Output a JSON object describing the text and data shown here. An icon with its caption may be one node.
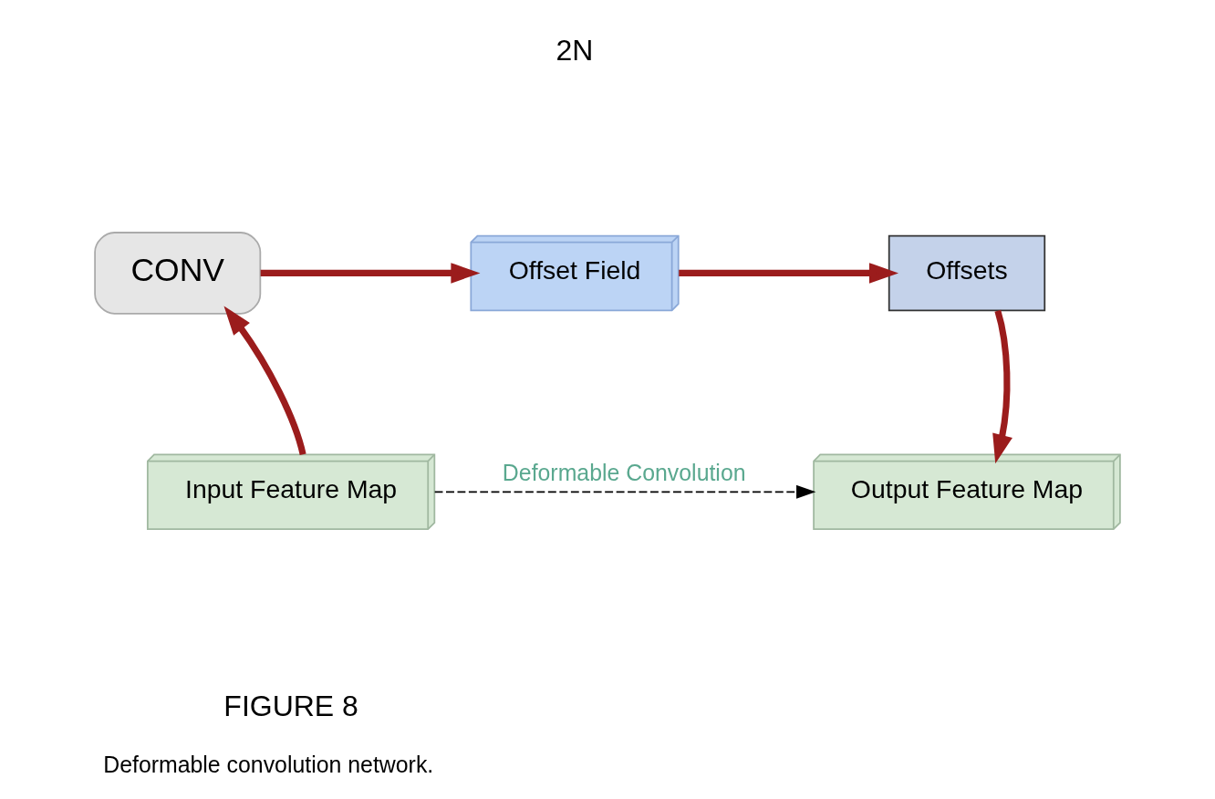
{
  "diagram": {
    "caption": "Deformable convolution network.",
    "nodes": [
      {
        "text": [
          "CONV"
        ]
      },
      {
        "text": [
          "Offset Field"
        ]
      },
      {
        "text": [
          "Offsets"
        ]
      },
      {
        "text": [
          "Input Feature Map"
        ]
      },
      {
        "text": [
          "Output Feature Map"
        ]
      }
    ],
    "edges": [
      {
        "from": 3,
        "to": 0,
        "arrow": "to"
      },
      {
        "from": 0,
        "to": 1,
        "arrow": "to"
      },
      {
        "from": 1,
        "to": 2,
        "arrow": "to"
      },
      {
        "from": 2,
        "to": 4,
        "arrow": "to"
      },
      {
        "from": 3,
        "to": 4,
        "arrow": "to",
        "style": "dashed",
        "color": "#000000",
        "label": "Deformable Convolution"
      }
    ],
    "labels": [
      "2N",
      "FIGURE 8"
    ]
  }
}
